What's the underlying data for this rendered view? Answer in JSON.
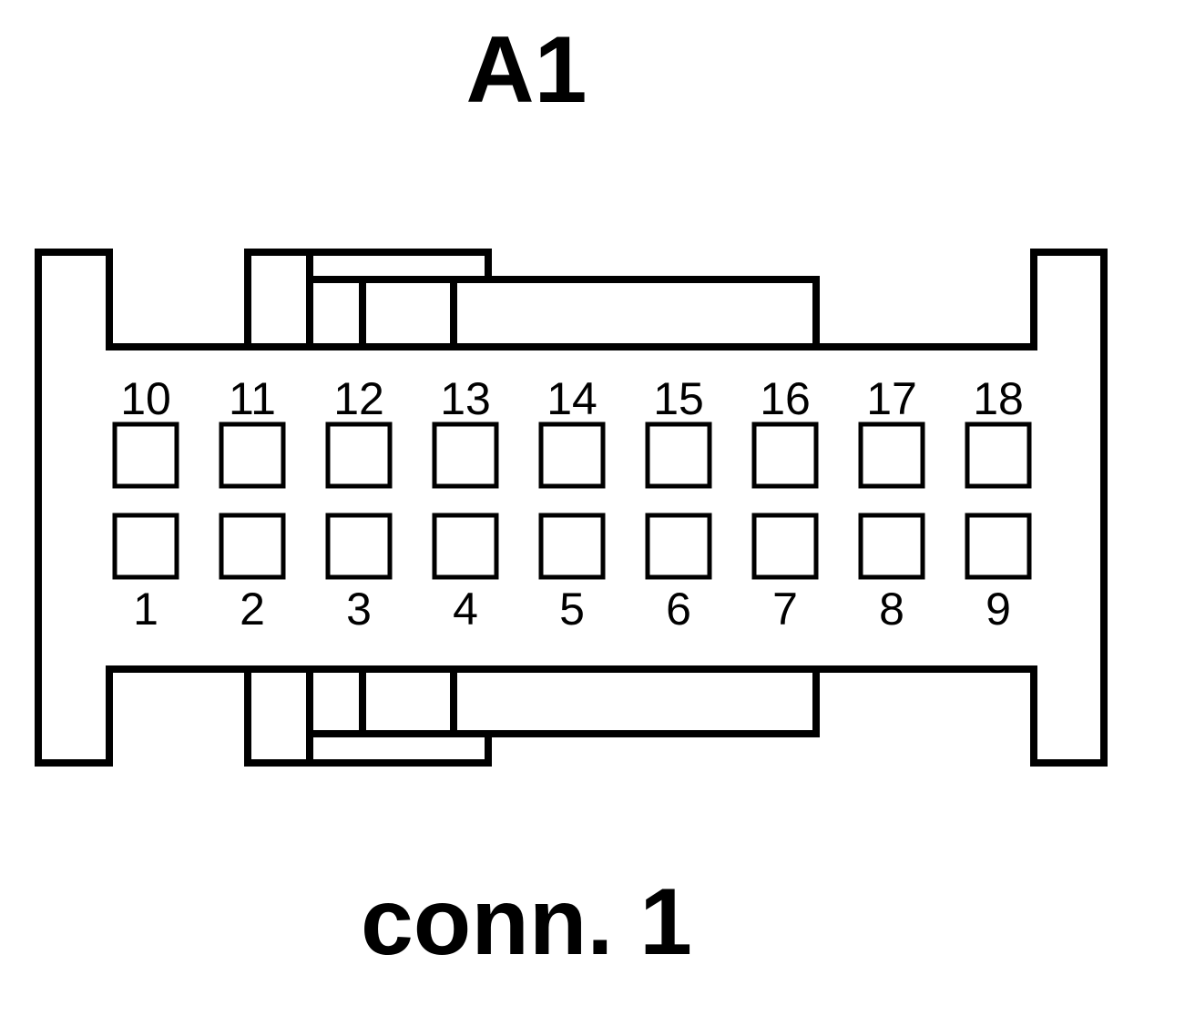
{
  "connector": {
    "name": "A1",
    "caption": "conn. 1"
  },
  "pins": {
    "top_row": [
      "10",
      "11",
      "12",
      "13",
      "14",
      "15",
      "16",
      "17",
      "18"
    ],
    "bottom_row": [
      "1",
      "2",
      "3",
      "4",
      "5",
      "6",
      "7",
      "8",
      "9"
    ]
  },
  "colors": {
    "line": "#000000",
    "background": "#ffffff"
  }
}
